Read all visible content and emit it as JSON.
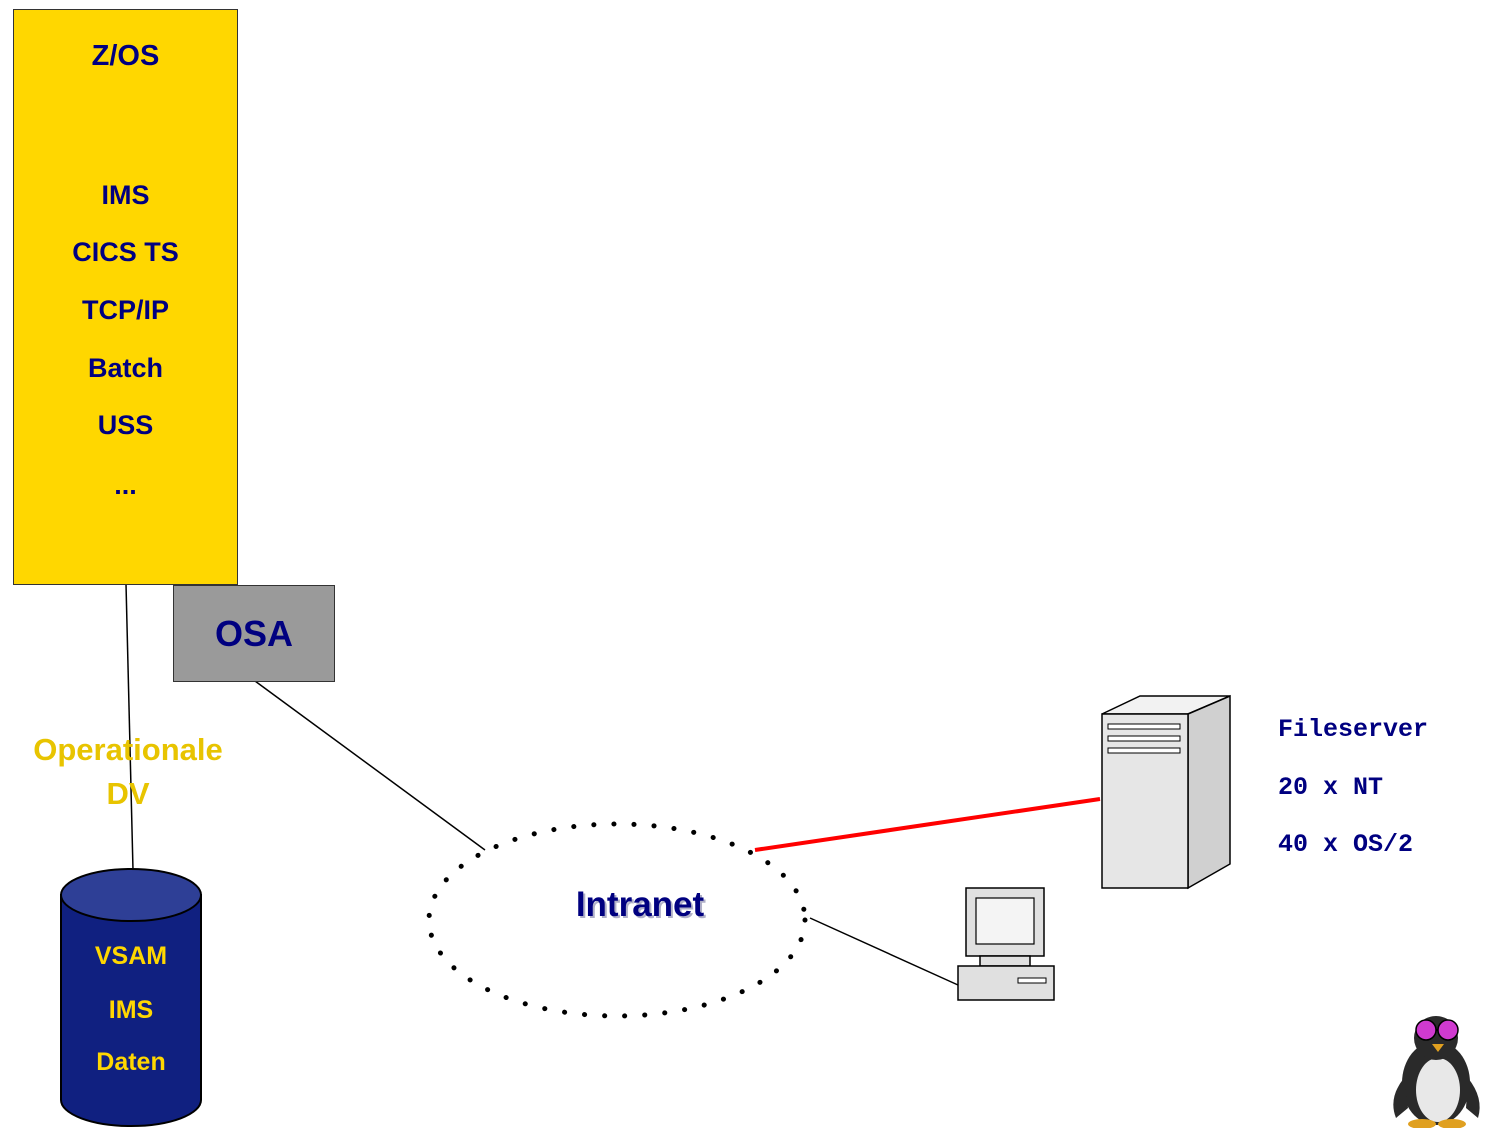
{
  "zos": {
    "title": "Z/OS",
    "items": [
      "IMS",
      "CICS TS",
      "TCP/IP",
      "Batch",
      "USS",
      "..."
    ]
  },
  "osa": {
    "label": "OSA"
  },
  "operational": {
    "line1": "Operationale",
    "line2": "DV"
  },
  "database": {
    "items": [
      "VSAM",
      "IMS",
      "Daten"
    ]
  },
  "network": {
    "label": "Intranet"
  },
  "fileserver": {
    "lines": [
      "Fileserver",
      "20 x NT",
      "40 x OS/2"
    ]
  },
  "colors": {
    "zos_fill": "#FFD700",
    "osa_fill": "#9a9a9a",
    "db_fill": "#102080",
    "text_navy": "#000080",
    "red_link": "#FF0000"
  },
  "icons": [
    "server-icon",
    "desktop-computer-icon",
    "tux-penguin-icon"
  ]
}
